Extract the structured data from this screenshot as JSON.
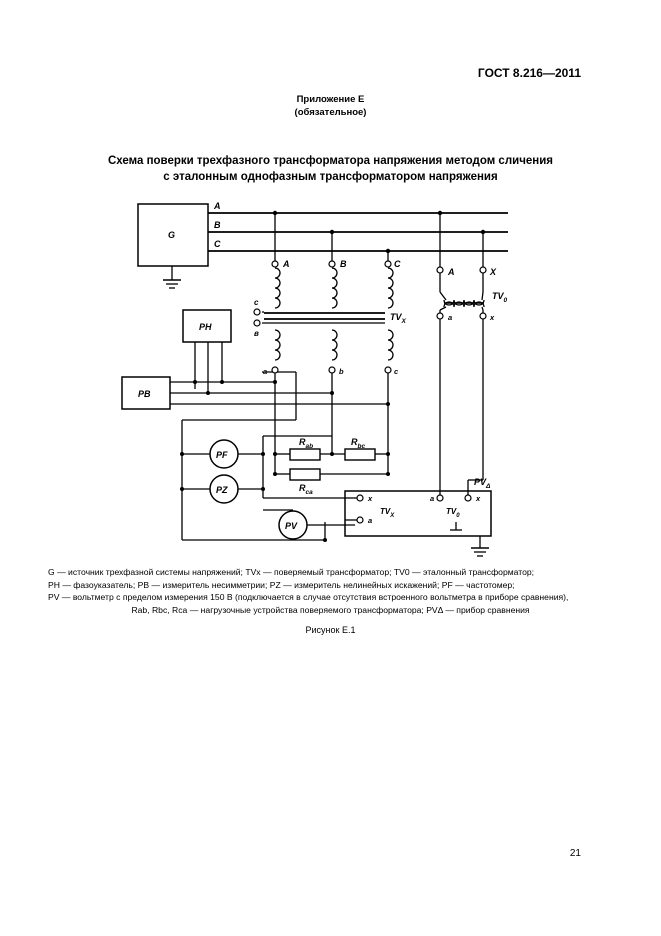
{
  "header": {
    "standard": "ГОСТ 8.216—2011"
  },
  "appendix": {
    "title": "Приложение Е",
    "status": "(обязательное)"
  },
  "figure_title": {
    "line1": "Схема поверки трехфазного трансформатора напряжения методом сличения",
    "line2": "с эталонным однофазным трансформатором напряжения"
  },
  "diagram": {
    "source": "G",
    "phases": [
      "A",
      "B",
      "C"
    ],
    "phase_meter": "PH",
    "asym_meter": "PB",
    "freq_meter": "PF",
    "distortion_meter": "PZ",
    "voltmeter": "PV",
    "tvx": "TV",
    "tvx_sub": "X",
    "tv0": "TV",
    "tv0_sub": "0",
    "pv_delta": "PV",
    "pv_delta_sub": "Δ",
    "cmp_tvx": "TV",
    "cmp_tvx_sub": "X",
    "cmp_tv0": "TV",
    "cmp_tv0_sub": "0",
    "r_ab": "R",
    "r_ab_sub": "ab",
    "r_bc": "R",
    "r_bc_sub": "bc",
    "r_ca": "R",
    "r_ca_sub": "ca",
    "primary_terminals": [
      "A",
      "B",
      "C"
    ],
    "secondary_terminals": [
      "a",
      "b",
      "c"
    ],
    "ref_primary": [
      "A",
      "X"
    ],
    "ref_secondary": [
      "a",
      "x"
    ],
    "open_delta": [
      "с",
      "в"
    ],
    "cmp_terminals": [
      "x",
      "a",
      "a",
      "x"
    ]
  },
  "caption": {
    "line1": "G — источник трехфазной системы напряжений; TVx — поверяемый трансформатор; TV0 — эталонный трансформатор;",
    "line2": "PH — фазоуказатель; PB — измеритель несимметрии; PZ — измеритель нелинейных искажений; PF — частотомер;",
    "line3": "PV — вольтметр с пределом измерения 150 В (подключается в случае отсутствия встроенного вольтметра в приборе сравнения),",
    "line4": "Rab, Rbc, Rca — нагрузочные устройства поверяемого трансформатора; PVΔ — прибор сравнения"
  },
  "figure_label": "Рисунок Е.1",
  "page_number": "21"
}
